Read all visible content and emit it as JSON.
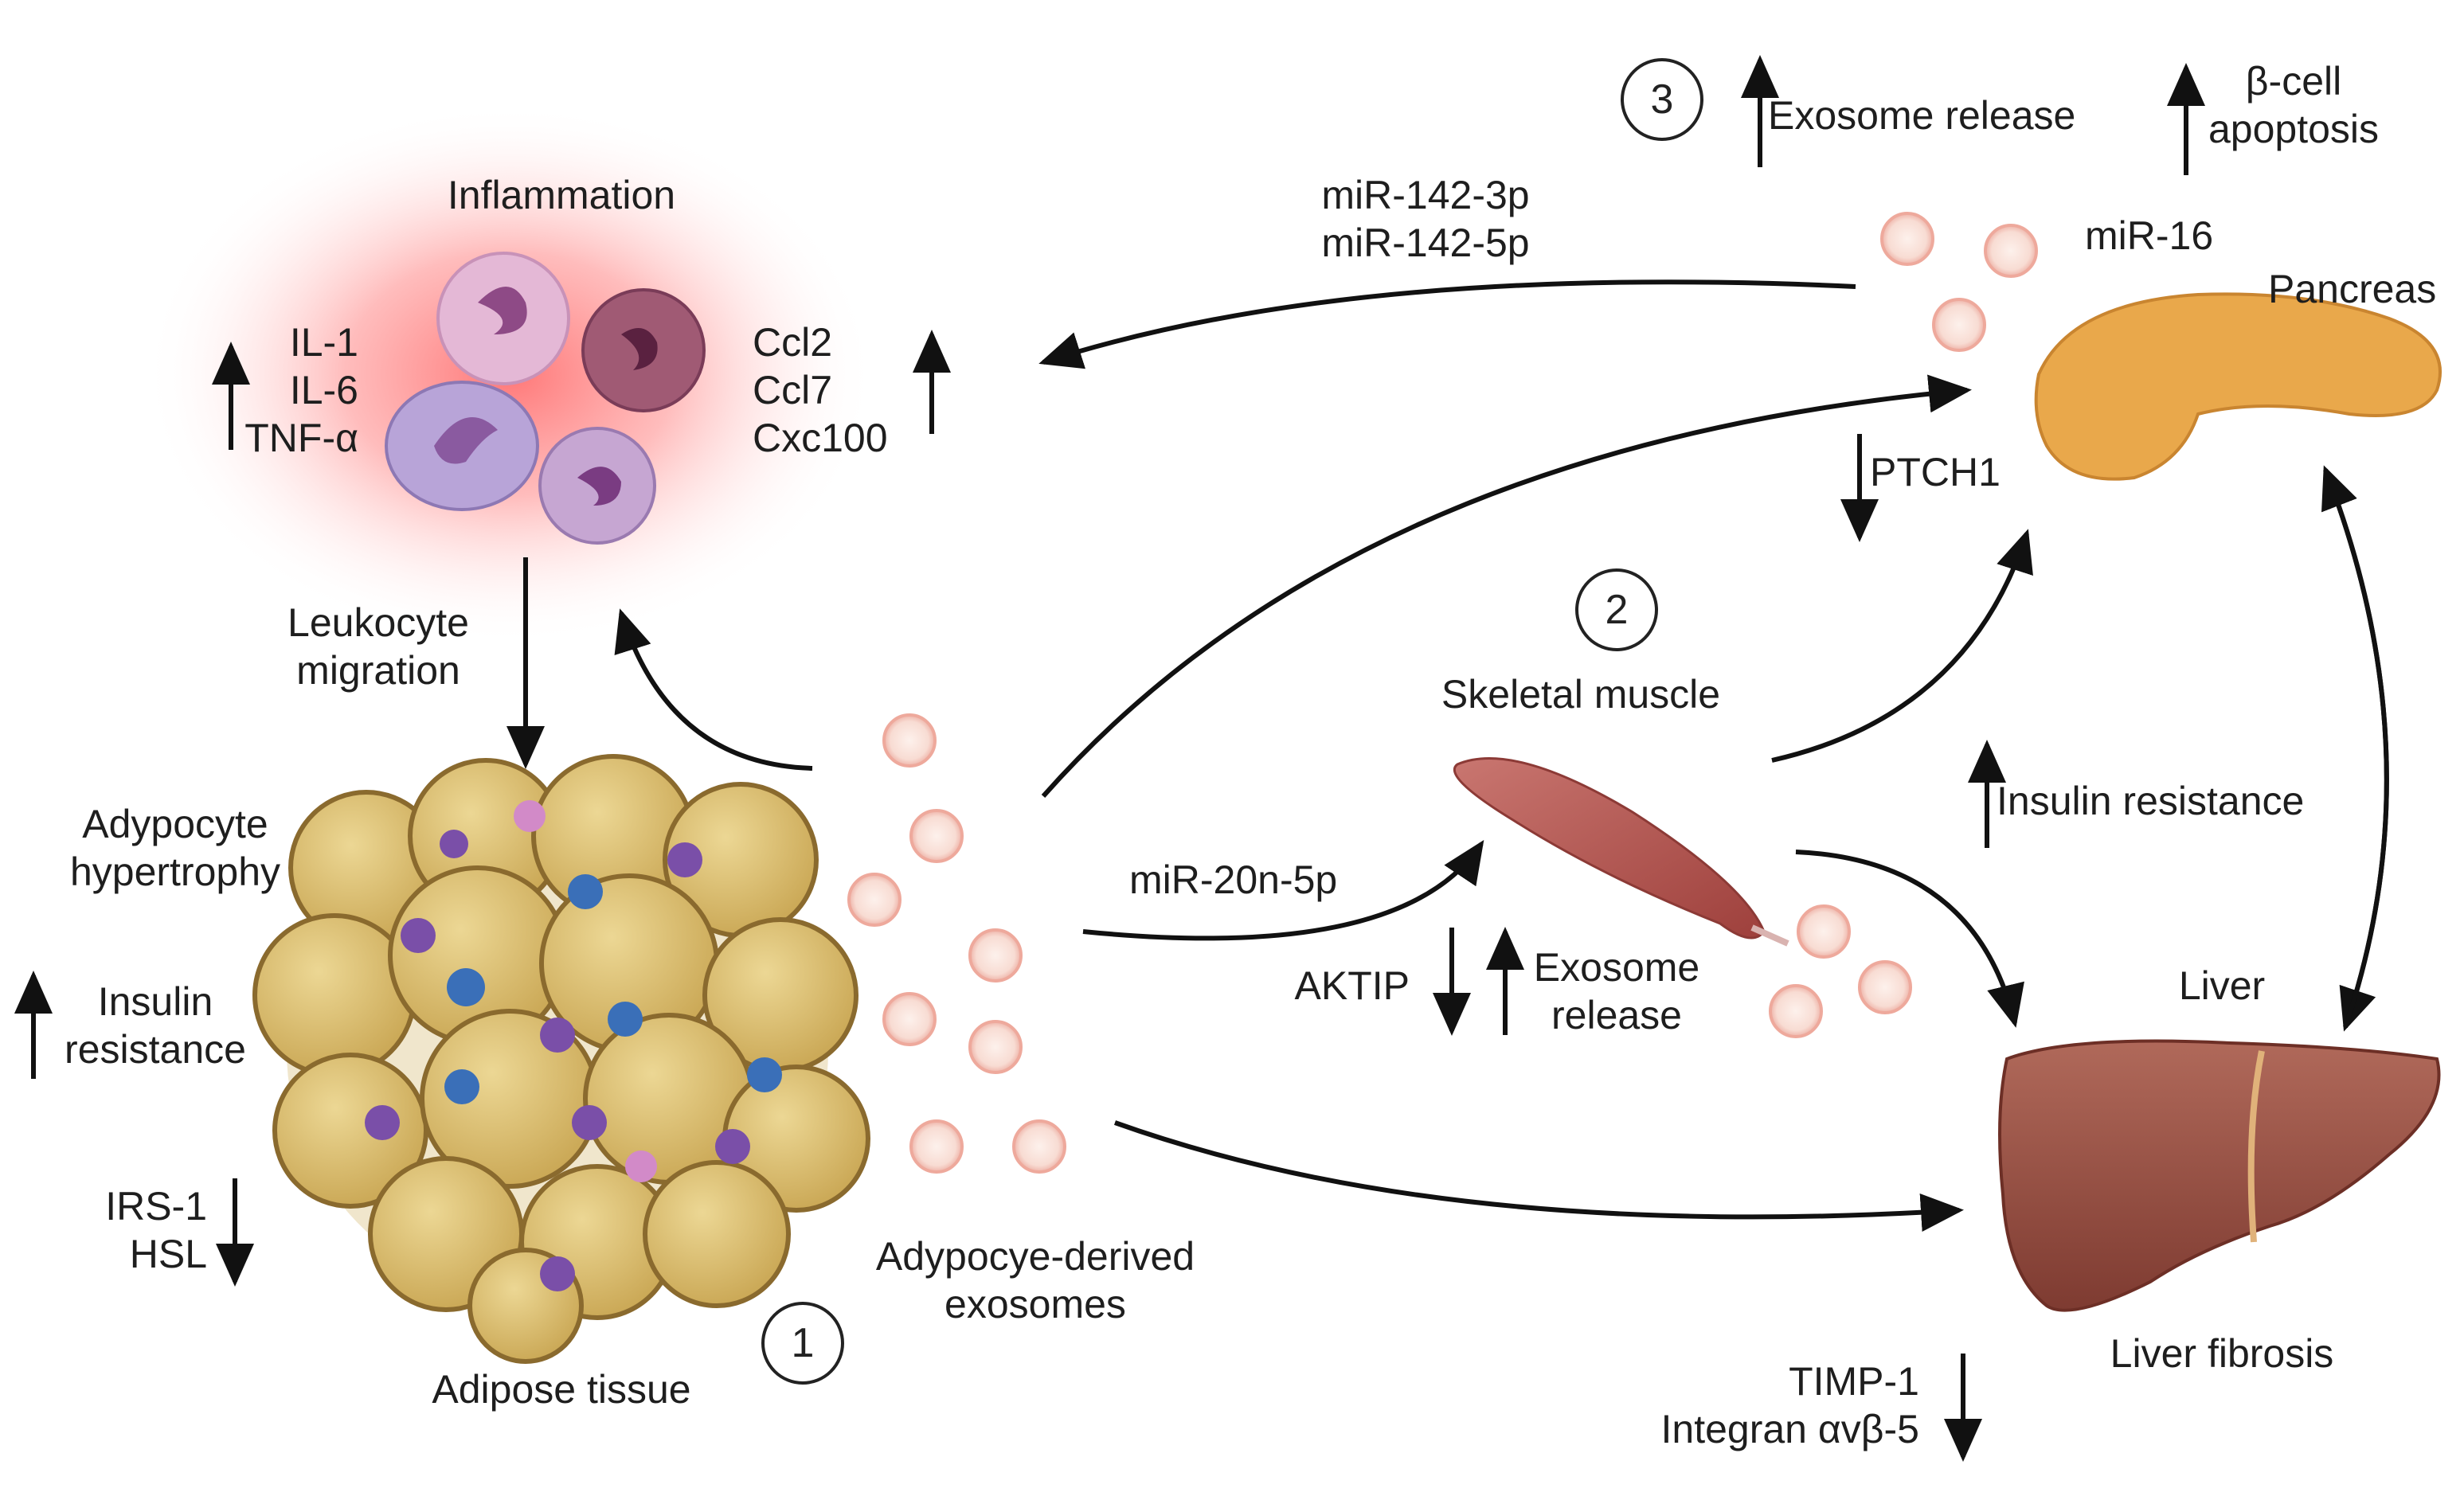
{
  "panels": {
    "inflammation": {
      "title": "Inflammation",
      "cytokines_left": [
        "IL-1",
        "IL-6",
        "TNF-α"
      ],
      "cytokines_right": [
        "Ccl2",
        "Ccl7",
        "Cxc100"
      ]
    },
    "migration": {
      "line1": "Leukocyte",
      "line2": "migration"
    },
    "adipose": {
      "hypertrophy_line1": "Adypocyte",
      "hypertrophy_line2": "hypertrophy",
      "insulin_line1": "Insulin",
      "insulin_line2": "resistance",
      "down_line1": "IRS-1",
      "down_line2": "HSL",
      "label": "Adipose tissue",
      "step": "1"
    },
    "exosomes": {
      "line1": "Adypocye-derived",
      "line2": "exosomes"
    },
    "muscle": {
      "label": "Skeletal muscle",
      "step": "2",
      "mirna": "miR-20n-5p",
      "aktip": "AKTIP",
      "exo_line1": "Exosome",
      "exo_line2": "release"
    },
    "pancreas": {
      "step": "3",
      "exosome_release": "Exosome release",
      "beta_line1": "β-cell",
      "beta_line2": "apoptosis",
      "mir142_a": "miR-142-3p",
      "mir142_b": "miR-142-5p",
      "mir16": "miR-16",
      "label": "Pancreas",
      "ptch1": "PTCH1",
      "insulin_resistance": "Insulin resistance"
    },
    "liver": {
      "label": "Liver",
      "fibrosis": "Liver fibrosis",
      "timp": "TIMP-1",
      "integran": "Integran αvβ-5"
    }
  },
  "colors": {
    "arrow": "#111111",
    "fat_cell": "#d7bb6a",
    "fat_border": "#8a6a2e",
    "muscle": "#b55a55",
    "pancreas": "#e8a94a",
    "liver": "#9a5346",
    "exosome": "#f4c9c2",
    "inflammation_glow": "#ff5a5a"
  }
}
